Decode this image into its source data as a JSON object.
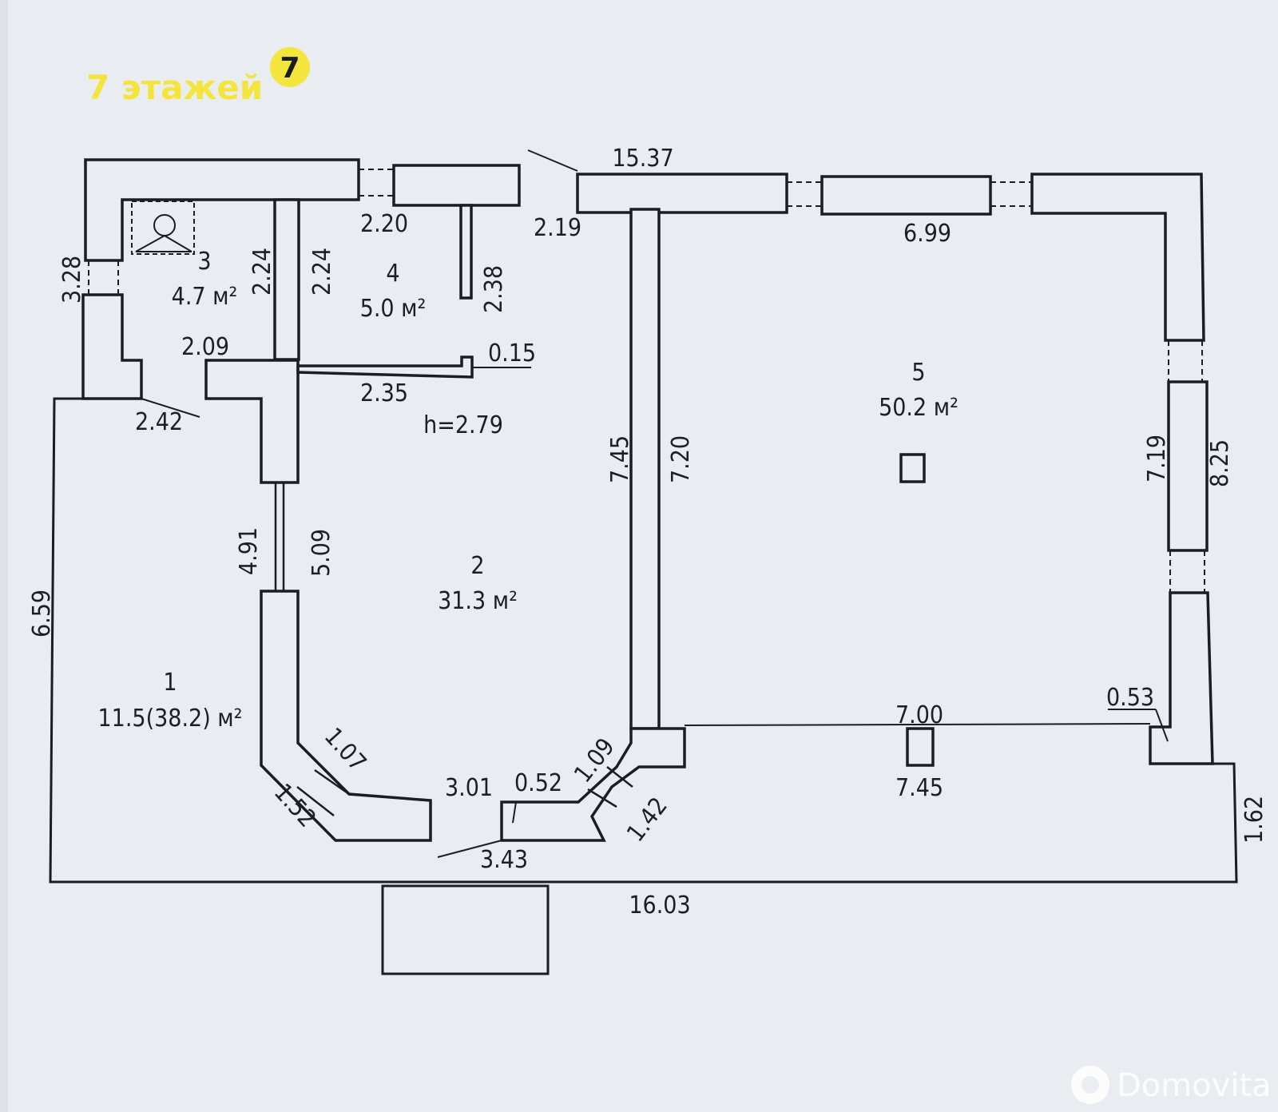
{
  "brand": {
    "text": "7 этажей",
    "badge": "7",
    "color": "#f4e53c"
  },
  "watermark": {
    "text": "Domovita",
    "icon": "domovita-logo-icon"
  },
  "rooms": [
    {
      "id": "room-1",
      "number": "1",
      "area": "11.5(38.2) м²"
    },
    {
      "id": "room-2",
      "number": "2",
      "area": "31.3 м²"
    },
    {
      "id": "room-3",
      "number": "3",
      "area": "4.7 м²"
    },
    {
      "id": "room-4",
      "number": "4",
      "area": "5.0 м²"
    },
    {
      "id": "room-5",
      "number": "5",
      "area": "50.2 м²"
    }
  ],
  "ceiling_height": "h=2.79",
  "dimensions": {
    "d_15_37": "15.37",
    "d_2_20": "2.20",
    "d_2_19": "2.19",
    "d_6_99": "6.99",
    "d_3_28": "3.28",
    "d_2_24a": "2.24",
    "d_2_24b": "2.24",
    "d_2_38": "2.38",
    "d_2_09": "2.09",
    "d_0_15": "0.15",
    "d_2_35": "2.35",
    "d_2_42": "2.42",
    "d_7_45a": "7.45",
    "d_7_20": "7.20",
    "d_7_19": "7.19",
    "d_8_25": "8.25",
    "d_4_91": "4.91",
    "d_5_09": "5.09",
    "d_6_59": "6.59",
    "d_1_07": "1.07",
    "d_1_52": "1.52",
    "d_3_01": "3.01",
    "d_0_52": "0.52",
    "d_1_09": "1.09",
    "d_1_42": "1.42",
    "d_7_00": "7.00",
    "d_7_45b": "7.45",
    "d_0_53": "0.53",
    "d_1_62": "1.62",
    "d_3_43": "3.43",
    "d_16_03": "16.03"
  }
}
